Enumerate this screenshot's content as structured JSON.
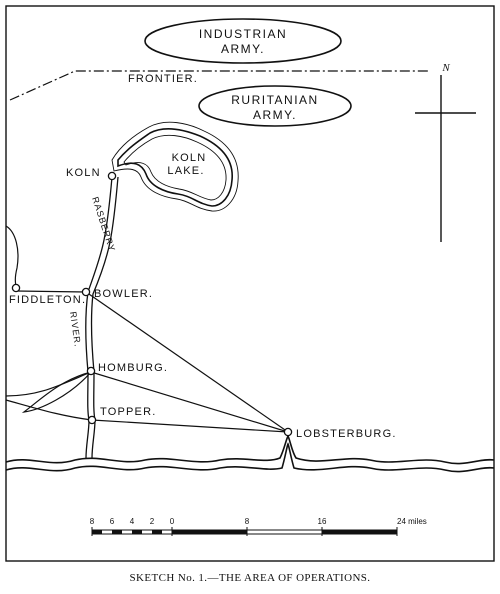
{
  "armies": {
    "industrian": [
      "INDUSTRIAN",
      "ARMY."
    ],
    "ruritanian": [
      "RURITANIAN",
      "ARMY."
    ]
  },
  "frontier_label": "FRONTIER.",
  "north_label": "N",
  "lake": [
    "KOLN",
    "LAKE."
  ],
  "rivers": {
    "rasberry": "RASBERRY",
    "river": "RIVER."
  },
  "towns": {
    "koln": "KOLN",
    "bowler": "BOWLER.",
    "fiddleton": "FIDDLETON.",
    "homburg": "HOMBURG.",
    "topper": "TOPPER.",
    "lobsterburg": "LOBSTERBURG."
  },
  "scale": {
    "ticks": [
      "8",
      "6",
      "4",
      "2",
      "0",
      "8",
      "16"
    ],
    "end_label": "24 miles"
  },
  "caption": "SKETCH No. 1.—THE AREA OF OPERATIONS."
}
